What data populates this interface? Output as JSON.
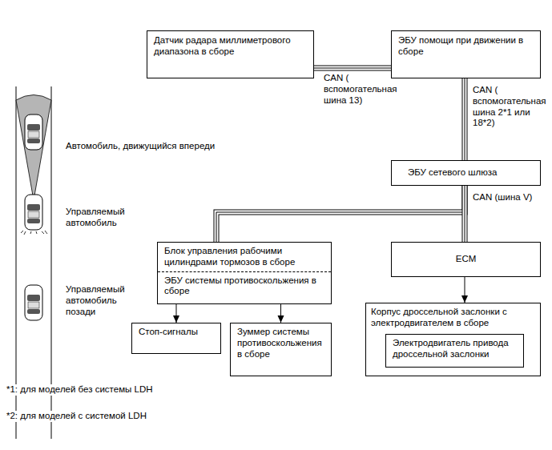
{
  "diagram": {
    "nodes": [
      {
        "text": [
          "Датчик радара миллиметрового диапазона в сборе"
        ]
      },
      {
        "text": [
          "ЭБУ помощи при движении в сборе"
        ]
      },
      {
        "text": [
          "ЭБУ сетевого шлюза"
        ]
      },
      {
        "text": [
          "Блок управления рабочими цилиндрами тормозов в сборе",
          "ЭБУ системы противоскольжения в сборе"
        ]
      },
      {
        "text": [
          "ECM"
        ]
      },
      {
        "text": [
          "Стоп-сигналы"
        ]
      },
      {
        "text": [
          "Зуммер системы противоскольжения в сборе"
        ]
      },
      {
        "text": [
          "Корпус дроссельной заслонки с электродвигателем в сборе"
        ]
      },
      {
        "text": [
          "Электродвигатель привода дроссельной заслонки"
        ],
        "in": 7
      }
    ],
    "edges": [
      {
        "from": 0,
        "to": 1,
        "arrow": "none",
        "label": "CAN ( вспомогательная шина 13)"
      },
      {
        "from": 1,
        "to": 2,
        "arrow": "none",
        "label": "CAN ( вспомогательная шина 2*1 или 18*2)"
      },
      {
        "from": 2,
        "to": 3,
        "arrow": "none"
      },
      {
        "from": 2,
        "to": 4,
        "arrow": "none",
        "label": "CAN (шина V)"
      },
      {
        "from": 3,
        "to": 5,
        "arrow": "to"
      },
      {
        "from": 3,
        "to": 6,
        "arrow": "to"
      },
      {
        "from": 4,
        "to": 7,
        "arrow": "to"
      }
    ],
    "labels": [
      "Автомобиль, движущийся впереди",
      "Управляемый автомобиль",
      "Управляемый автомобиль позади",
      "*1: для моделей без системы LDH",
      "*2: для моделей с системой LDH"
    ]
  }
}
